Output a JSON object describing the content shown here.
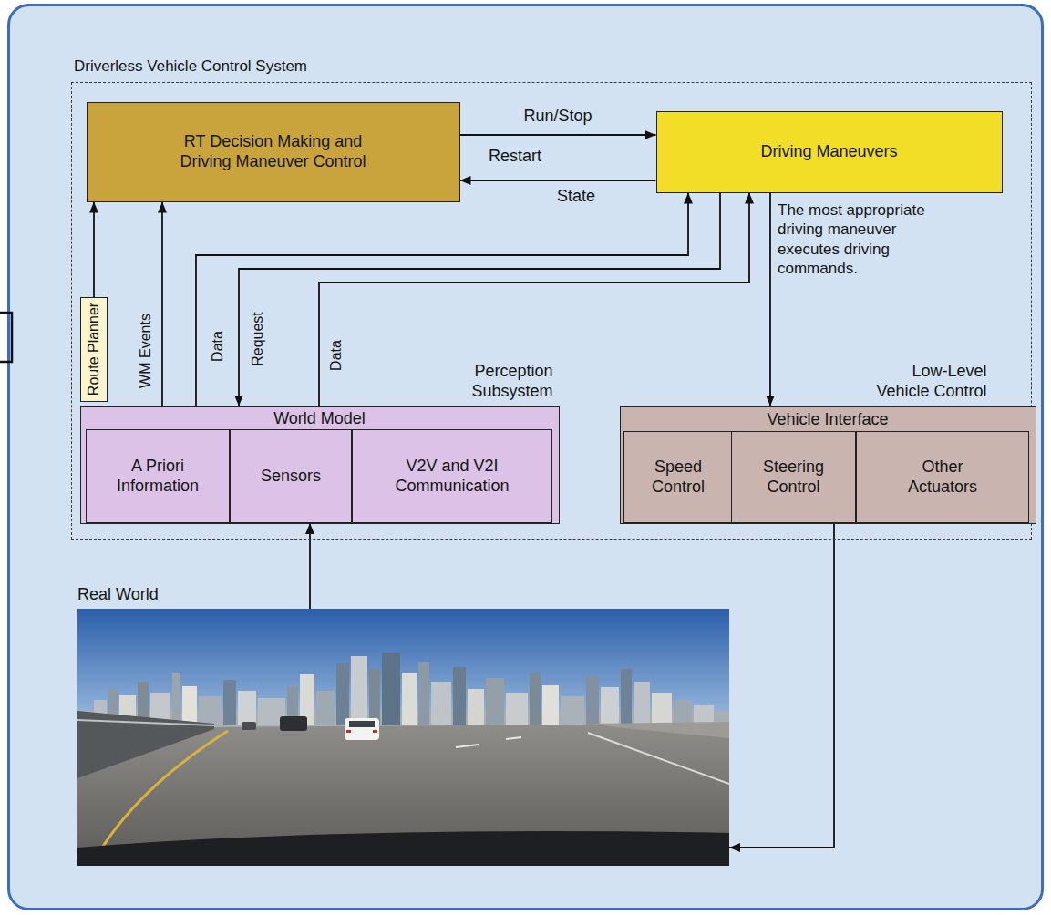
{
  "diagram": {
    "nodes": [
      {
        "text": [
          "Driverless Vehicle Control System"
        ]
      },
      {
        "text": [
          "RT Decision Making and Driving Maneuver Control"
        ],
        "in": 0
      },
      {
        "text": [
          "Driving Maneuvers"
        ],
        "in": 0
      },
      {
        "text": [
          "Route Planner"
        ],
        "in": 0
      },
      {
        "text": [
          "Perception Subsystem",
          "World Model"
        ],
        "in": 0
      },
      {
        "text": [
          "A Priori Information"
        ],
        "in": 4
      },
      {
        "text": [
          "Sensors"
        ],
        "in": 4
      },
      {
        "text": [
          "V2V and V2I Communication"
        ],
        "in": 4
      },
      {
        "text": [
          "Low-Level Vehicle Control",
          "Vehicle Interface"
        ],
        "in": 0
      },
      {
        "text": [
          "Speed Control"
        ],
        "in": 8
      },
      {
        "text": [
          "Steering Control"
        ],
        "in": 8
      },
      {
        "text": [
          "Other Actuators"
        ],
        "in": 8
      },
      {
        "text": [
          "Real World"
        ]
      }
    ],
    "edges": [
      {
        "from": 1,
        "to": 2,
        "arrow": "to",
        "label": "Run/Stop"
      },
      {
        "from": 2,
        "to": 1,
        "arrow": "to",
        "label": "State"
      },
      {
        "from": 3,
        "to": 1,
        "arrow": "to"
      },
      {
        "from": 4,
        "to": 1,
        "arrow": "to",
        "label": "WM Events"
      },
      {
        "from": 4,
        "to": 2,
        "arrow": "to",
        "label": "Data"
      },
      {
        "from": 2,
        "to": 4,
        "arrow": "to",
        "label": "Request"
      },
      {
        "from": 4,
        "to": 2,
        "arrow": "to",
        "label": "Data"
      },
      {
        "from": 2,
        "to": 8,
        "arrow": "to",
        "label": "The most appropriate driving maneuver executes driving commands."
      },
      {
        "from": 12,
        "to": 6,
        "arrow": "to"
      },
      {
        "from": 10,
        "to": 12,
        "arrow": "to"
      }
    ],
    "labels": [
      "Restart"
    ]
  }
}
